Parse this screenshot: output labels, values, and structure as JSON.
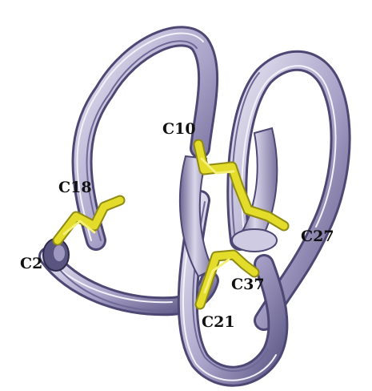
{
  "labels": {
    "c10": "C10",
    "c18": "C18",
    "c2": "C2",
    "c27": "C27",
    "c37": "C37",
    "c21": "C21"
  },
  "colors": {
    "ribbon_light": "#cfcbe2",
    "ribbon_mid": "#9e98c0",
    "ribbon_dark": "#4d4774",
    "disulfide": "#e3dc2a",
    "disulfide_dark": "#8f8a14",
    "label": "#111111"
  }
}
